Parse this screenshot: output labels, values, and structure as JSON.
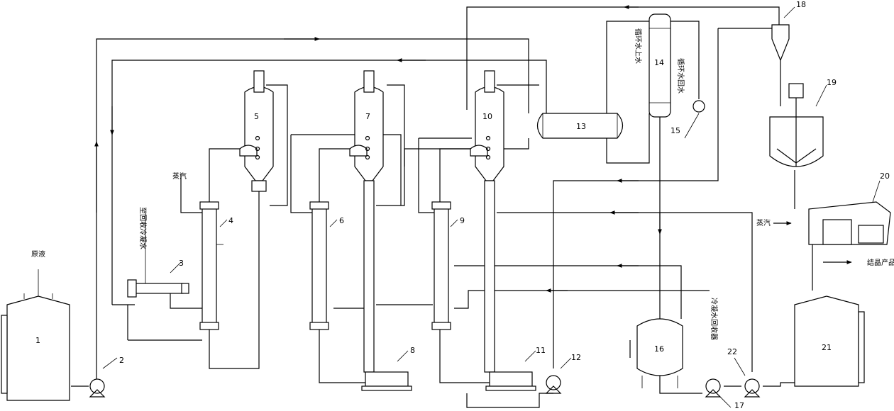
{
  "labels": {
    "n1": "1",
    "n2": "2",
    "n3": "3",
    "n4": "4",
    "n5": "5",
    "n6": "6",
    "n7": "7",
    "n8": "8",
    "n9": "9",
    "n10": "10",
    "n11": "11",
    "n12": "12",
    "n13": "13",
    "n14": "14",
    "n15": "15",
    "n16": "16",
    "n17": "17",
    "n18": "18",
    "n19": "19",
    "n20": "20",
    "n21": "21",
    "n22": "22"
  },
  "text": {
    "feed": "原液",
    "steam": "蒸汽",
    "steam2": "蒸汽",
    "cond_return": "至回收冷凝水",
    "cool_in": "循环水上水",
    "cool_out": "循环水回水",
    "vacuum": "冷凝水回收器",
    "product": "结晶产品"
  },
  "colors": {
    "line": "#000000",
    "background": "#ffffff"
  }
}
